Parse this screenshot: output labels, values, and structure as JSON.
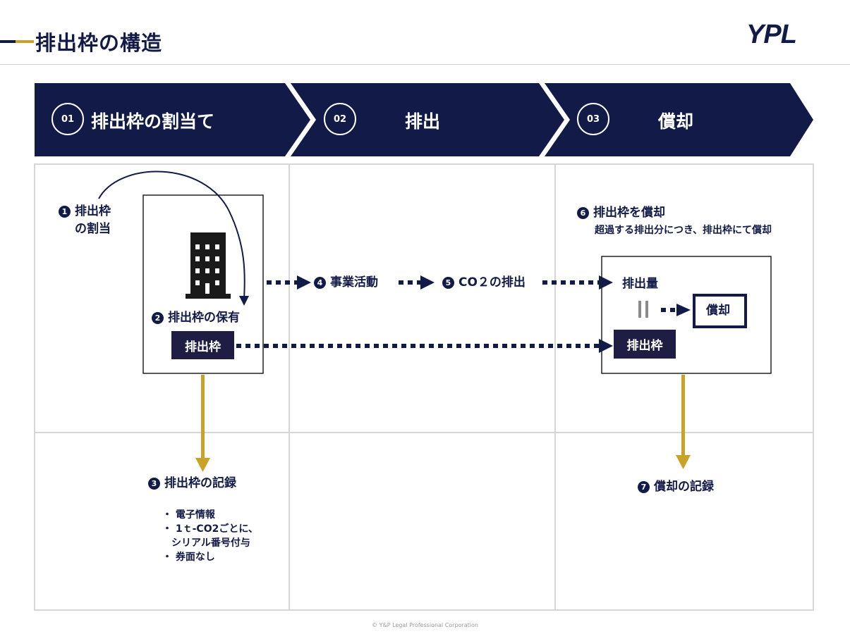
{
  "header": {
    "title": "排出枠の構造",
    "logo": "YPL"
  },
  "steps": [
    {
      "num": "01",
      "label": "排出枠の割当て"
    },
    {
      "num": "02",
      "label": "排出"
    },
    {
      "num": "03",
      "label": "償却"
    }
  ],
  "diagram": {
    "allocation": {
      "marker": "1",
      "line1": "排出枠",
      "line2": "の割当"
    },
    "holding": {
      "marker": "2",
      "label": "排出枠の保有"
    },
    "holding_tag": "排出枠",
    "record": {
      "marker": "3",
      "label": "排出枠の記録"
    },
    "record_bullets": [
      "・ 電子情報",
      "・ 1ｔ-CO2ごとに、",
      "シリアル番号付与",
      "・ 券面なし"
    ],
    "business": {
      "marker": "4",
      "label": "事業活動"
    },
    "emission": {
      "marker": "5",
      "label": "CO２の排出"
    },
    "surrender": {
      "marker": "6",
      "label": "排出枠を償却",
      "sub": "超過する排出分につき、排出枠にて償却"
    },
    "emission_amount": "排出量",
    "surrender_box": "償却",
    "surrender_tag": "排出枠",
    "surrender_record": {
      "marker": "7",
      "label": "償却の記録"
    }
  },
  "colors": {
    "navy": "#121b47",
    "gold": "#caa22a",
    "grid": "#d6d6d6"
  },
  "footer": "© Y&P Legal Professional Corporation"
}
